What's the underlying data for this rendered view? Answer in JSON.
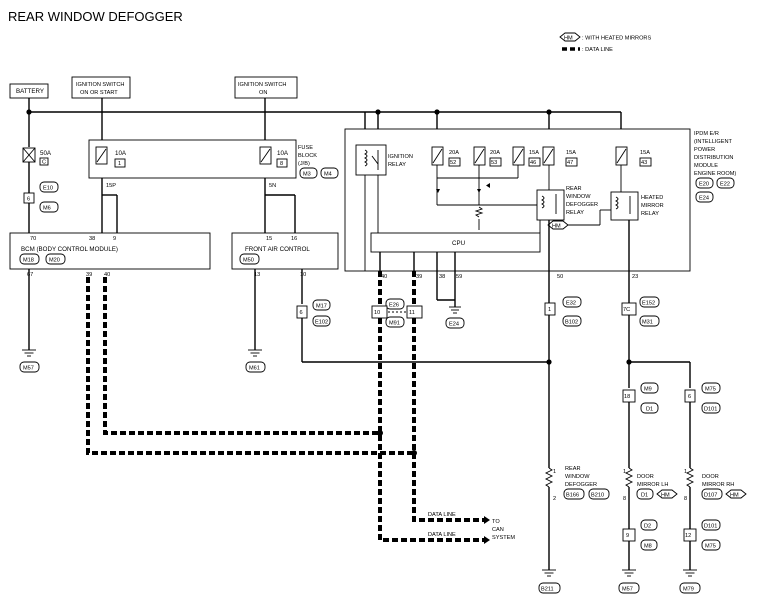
{
  "title": "REAR WINDOW DEFOGGER",
  "legend": {
    "hm_symbol": "HM",
    "hm_text": ": WITH HEATED MIRRORS",
    "data_text": ": DATA LINE"
  },
  "top_labels": {
    "battery": "BATTERY",
    "ign1_a": "IGNITION SWITCH",
    "ign1_b": "ON OR START",
    "ign2_a": "IGNITION SWITCH",
    "ign2_b": "ON"
  },
  "fuse_block": {
    "l1": "FUSE",
    "l2": "BLOCK",
    "l3": "(J/B)",
    "conn_a": "M3",
    "conn_b": "M4",
    "fuse1_amp": "10A",
    "fuse1_no": "1",
    "fuse2_amp": "10A",
    "fuse2_no": "8",
    "pin_left": "15P",
    "pin_right": "5N"
  },
  "fusible_link": {
    "amp": "50A",
    "id": "C",
    "conn_a": "E10",
    "pin": "6",
    "conn_b": "M6"
  },
  "ipdm": {
    "l1": "IPDM E/R",
    "l2": "(INTELLIGENT",
    "l3": "POWER",
    "l4": "DISTRIBUTION",
    "l5": "MODULE",
    "l6": "ENGINE ROOM)",
    "conn_a": "E20",
    "conn_b": "E22",
    "conn_c": "E24",
    "ign_relay_a": "IGNITION",
    "ign_relay_b": "RELAY",
    "fuses": [
      {
        "amp": "20A",
        "no": "52"
      },
      {
        "amp": "20A",
        "no": "53"
      },
      {
        "amp": "15A",
        "no": "46"
      },
      {
        "amp": "15A",
        "no": "47"
      },
      {
        "amp": "15A",
        "no": "43"
      }
    ],
    "rwd_relay": [
      "REAR",
      "WINDOW",
      "DEFOGGER",
      "RELAY"
    ],
    "hm_relay": [
      "HEATED",
      "MIRROR",
      "RELAY"
    ],
    "cpu": "CPU",
    "hm_tag": "HM"
  },
  "bcm": {
    "label": "BCM (BODY CONTROL MODULE)",
    "conn_a": "M18",
    "conn_b": "M20",
    "pins_top": [
      "70",
      "38",
      "9"
    ],
    "pins_bottom": [
      "67",
      "39",
      "40"
    ]
  },
  "fac": {
    "label": "FRONT AIR CONTROL",
    "conn": "M50",
    "pins_top": [
      "15",
      "16"
    ],
    "pins_bottom": [
      "13",
      "10"
    ]
  },
  "connectors": {
    "m17_a": "M17",
    "m17_pin": "6",
    "m17_b": "E102",
    "e26": "E26",
    "m91": "M91",
    "pin10": "10",
    "pin11": "11",
    "e24": "E24",
    "ipdm_pins": [
      "40",
      "39",
      "38",
      "59",
      "50",
      "23"
    ],
    "e32": "E32",
    "e32_pin": "1",
    "b102": "B102",
    "e152": "E152",
    "e152_pin": "7C",
    "m31": "M31",
    "m9": "M9",
    "m9_pin": "18",
    "d1": "D1",
    "m75": "M75",
    "m75_pin": "6",
    "d101": "D101",
    "d2": "D2",
    "d2_pin": "9",
    "m8": "M8",
    "d101b": "D101",
    "d101b_pin": "12",
    "m75b": "M75"
  },
  "loads": {
    "defogger": [
      "REAR",
      "WINDOW",
      "DEFOGGER"
    ],
    "defogger_c1": "B166",
    "defogger_c2": "B210",
    "mirror_lh": [
      "DOOR",
      "MIRROR LH"
    ],
    "mirror_lh_c": "D1",
    "mirror_rh": [
      "DOOR",
      "MIRROR RH"
    ],
    "mirror_rh_c": "D107",
    "pin1": "1",
    "pin2": "2",
    "pin8": "8"
  },
  "grounds": [
    "M57",
    "M61",
    "B211",
    "M57",
    "M79"
  ],
  "can": {
    "data1": "DATA LINE",
    "data2": "DATA LINE",
    "to": "TO",
    "can": "CAN",
    "system": "SYSTEM"
  }
}
